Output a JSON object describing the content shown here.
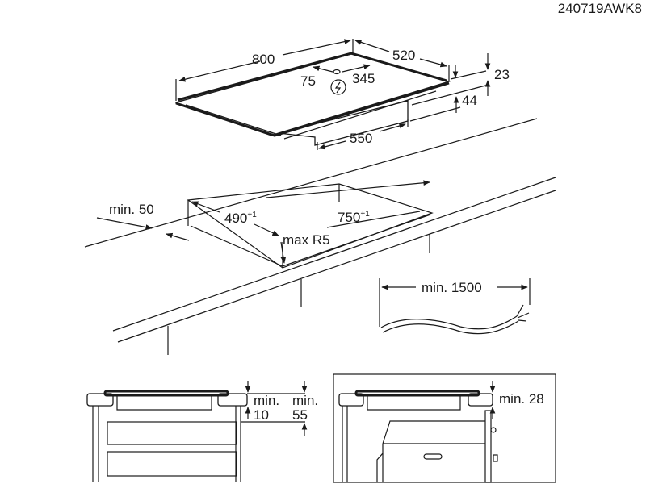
{
  "drawing_code": "240719AWK8",
  "hob": {
    "width": "800",
    "depth": "520",
    "front_offset": "75",
    "rear_offset": "345",
    "glass_height": "23",
    "total_height": "44",
    "body_width": "550",
    "power_icon": "lightning-icon"
  },
  "cutout": {
    "front_clearance": "min. 50",
    "depth": "490",
    "depth_tol": "+1",
    "width": "750",
    "width_tol": "+1",
    "corner_radius": "max R5"
  },
  "cable": {
    "length": "min. 1500"
  },
  "drawer_section": {
    "gap_label_1": "min.",
    "gap_value_1": "10",
    "gap_label_2": "min.",
    "gap_value_2": "55"
  },
  "oven_section": {
    "gap": "min. 28"
  }
}
